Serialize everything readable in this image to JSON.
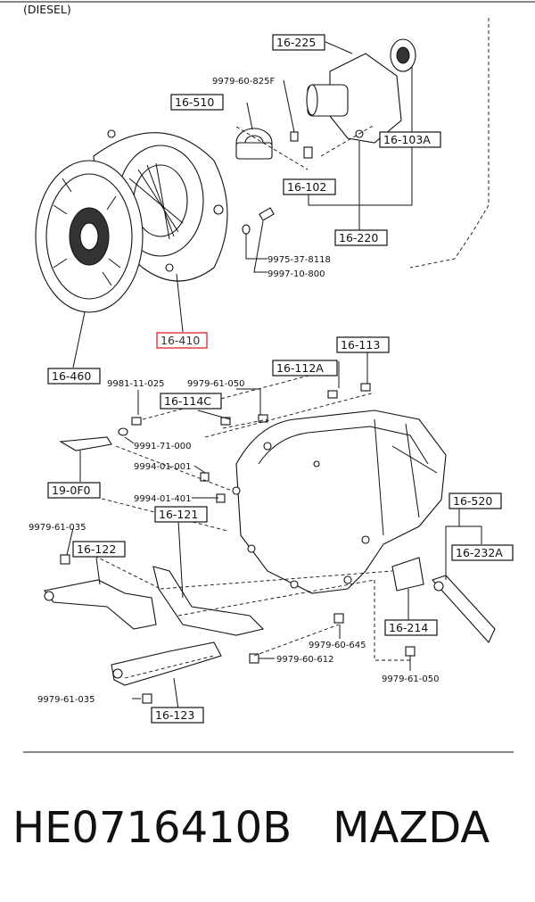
{
  "header": {
    "variant": "(DIESEL)"
  },
  "callouts": {
    "c16_225": "16-225",
    "c16_510": "16-510",
    "c16_103A": "16-103A",
    "c16_102": "16-102",
    "c16_220": "16-220",
    "c16_410": "16-410",
    "c16_460": "16-460",
    "c16_113": "16-113",
    "c16_112A": "16-112A",
    "c16_114C": "16-114C",
    "c19_0F0": "19-0F0",
    "c16_121": "16-121",
    "c16_122": "16-122",
    "c16_520": "16-520",
    "c16_232A": "16-232A",
    "c16_214": "16-214",
    "c16_123": "16-123"
  },
  "refs": {
    "r9979_60_825F": "9979-60-825F",
    "r9975_37_8118": "9975-37-8118",
    "r9997_10_800": "9997-10-800",
    "r9981_11_025": "9981-11-025",
    "r9979_61_050_a": "9979-61-050",
    "r9991_71_000": "9991-71-000",
    "r9994_01_001": "9994-01-001",
    "r9994_01_401": "9994-01-401",
    "r9979_61_035_a": "9979-61-035",
    "r9979_60_645": "9979-60-645",
    "r9979_60_612": "9979-60-612",
    "r9979_61_050_b": "9979-61-050",
    "r9979_61_035_b": "9979-61-035"
  },
  "highlight_color": "#e0303a",
  "footer": {
    "part_number": "HE0716410B",
    "brand": "MAZDA"
  }
}
